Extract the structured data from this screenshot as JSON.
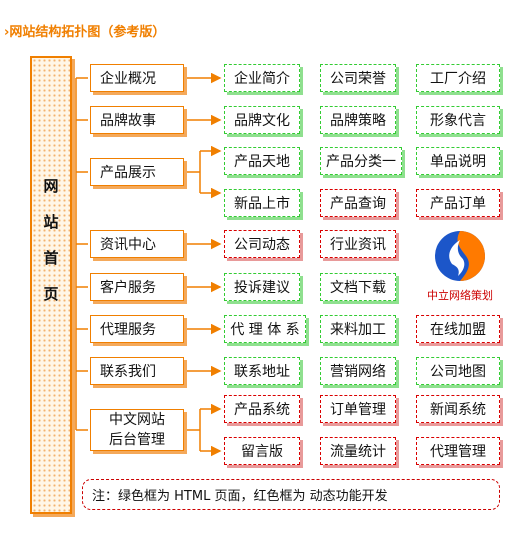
{
  "title": "›网站结构拓扑图（参考版）",
  "home_label": [
    "网",
    "站",
    "首",
    "页"
  ],
  "categories": [
    {
      "label": "企业概况",
      "pages": [
        "企业简介",
        "公司荣誉",
        "工厂介绍"
      ]
    },
    {
      "label": "品牌故事",
      "pages": [
        "品牌文化",
        "品牌策略",
        "形象代言"
      ]
    },
    {
      "label": "产品展示",
      "pages": [
        "产品天地",
        "产品分类一",
        "单品说明",
        "新品上市",
        "产品查询",
        "产品订单"
      ]
    },
    {
      "label": "资讯中心",
      "pages": [
        "公司动态",
        "行业资讯"
      ]
    },
    {
      "label": "客户服务",
      "pages": [
        "投诉建议",
        "文档下载"
      ]
    },
    {
      "label": "代理服务",
      "pages": [
        "代 理 体 系",
        "来料加工",
        "在线加盟"
      ]
    },
    {
      "label": "联系我们",
      "pages": [
        "联系地址",
        "营销网络",
        "公司地图"
      ]
    },
    {
      "label": "中文网站\n后台管理",
      "pages": [
        "产品系统",
        "订单管理",
        "新闻系统",
        "留言版",
        "流量统计",
        "代理管理"
      ]
    }
  ],
  "logo": {
    "name": "logo-icon",
    "text": "中立网络策划"
  },
  "note": "注：绿色框为 HTML 页面，红色框为 动态功能开发",
  "colors": {
    "accent": "#f07f00",
    "html_page": "#33cc33",
    "dynamic": "#d90000"
  }
}
